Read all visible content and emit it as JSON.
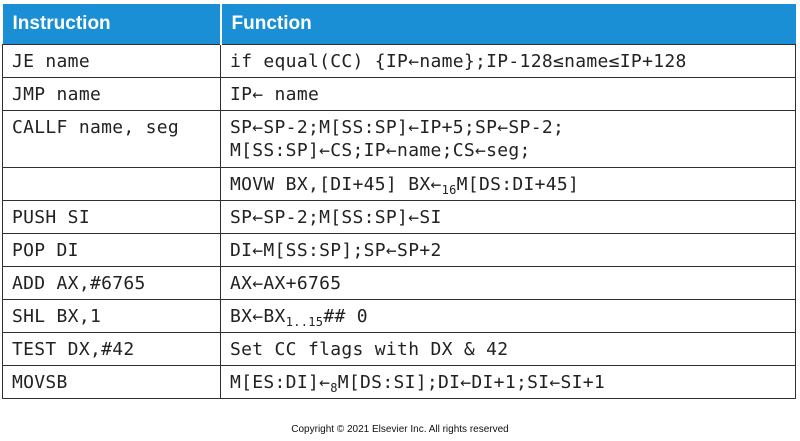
{
  "header": {
    "col_instruction": "Instruction",
    "col_function": "Function"
  },
  "rows": [
    {
      "instruction": "JE name",
      "function": [
        "if equal(CC) {IP←name};IP-128≤name≤IP+128"
      ]
    },
    {
      "instruction": "JMP name",
      "function": [
        "IP← name"
      ]
    },
    {
      "instruction": "CALLF name, seg",
      "function": [
        "SP←SP-2;M[SS:SP]←IP+5;SP←SP-2;",
        "M[SS:SP]←CS;IP←name;CS←seg;"
      ]
    },
    {
      "instruction": "",
      "function": [
        "MOVW BX,[DI+45]  BX←",
        "16",
        "M[DS:DI+45]"
      ]
    },
    {
      "instruction": "PUSH SI",
      "function": [
        "SP←SP-2;M[SS:SP]←SI"
      ]
    },
    {
      "instruction": "POP DI",
      "function": [
        "DI←M[SS:SP];SP←SP+2"
      ]
    },
    {
      "instruction": "ADD AX,#6765",
      "function": [
        "AX←AX+6765"
      ]
    },
    {
      "instruction": "SHL BX,1",
      "function": [
        "BX←BX",
        "1..15",
        "## 0"
      ]
    },
    {
      "instruction": "TEST DX,#42",
      "function": [
        "Set CC flags with DX & 42"
      ]
    },
    {
      "instruction": "MOVSB",
      "function": [
        "M[ES:DI]←",
        "8",
        "M[DS:SI];DI←DI+1;SI←SI+1"
      ]
    }
  ],
  "footer": {
    "copyright": "Copyright © 2021 Elsevier Inc. All rights reserved"
  }
}
